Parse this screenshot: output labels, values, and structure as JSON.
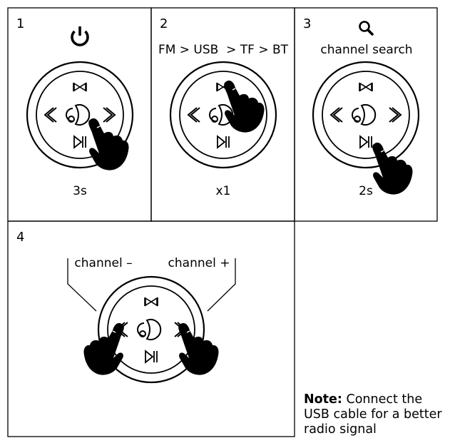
{
  "panels": [
    {
      "number": "1",
      "top_label": "",
      "icon": "power-icon",
      "bottom_label": "3s"
    },
    {
      "number": "2",
      "top_label": "FM > USB  > TF > BT",
      "icon": "",
      "bottom_label": "x1"
    },
    {
      "number": "3",
      "top_label": "channel search",
      "icon": "search-icon",
      "bottom_label": "2s"
    },
    {
      "number": "4",
      "left_label": "channel –",
      "right_label": "channel +"
    }
  ],
  "note": {
    "label": "Note:",
    "text": " Connect the USB cable for a better radio signal"
  },
  "colors": {
    "stroke": "#000000",
    "background": "#ffffff"
  }
}
